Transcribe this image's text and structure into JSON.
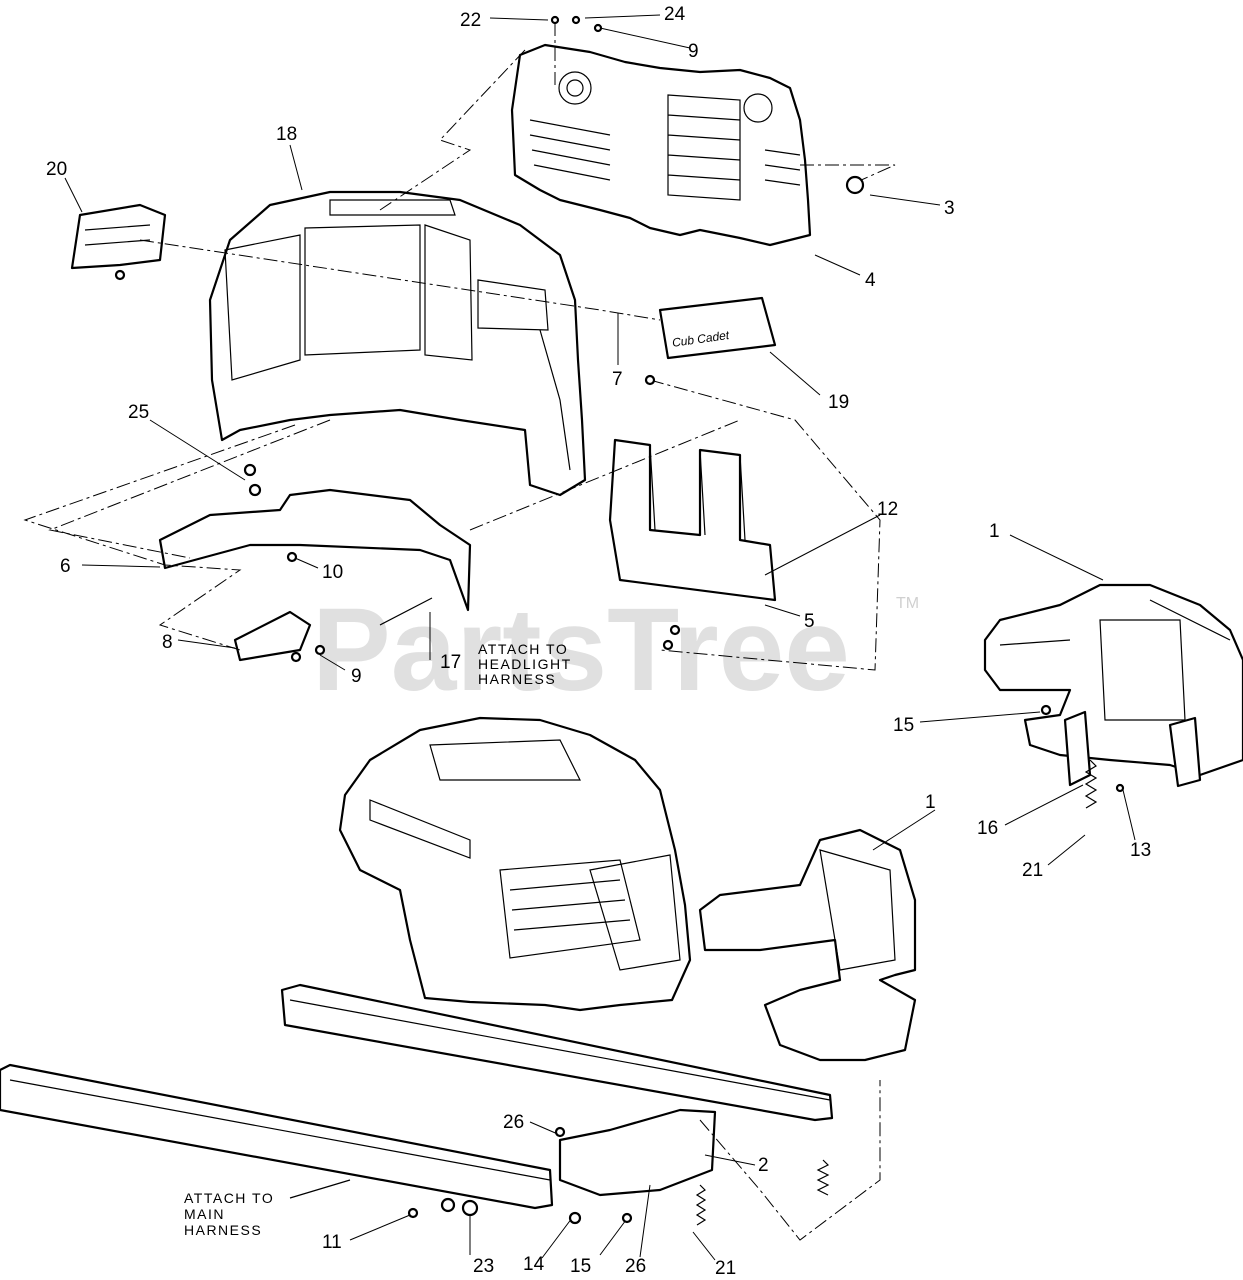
{
  "watermark": {
    "text": "PartsTree",
    "trademark": "TM"
  },
  "callouts": [
    {
      "id": "c22",
      "label": "22"
    },
    {
      "id": "c24",
      "label": "24"
    },
    {
      "id": "c9a",
      "label": "9"
    },
    {
      "id": "c18",
      "label": "18"
    },
    {
      "id": "c20",
      "label": "20"
    },
    {
      "id": "c3",
      "label": "3"
    },
    {
      "id": "c4",
      "label": "4"
    },
    {
      "id": "c7",
      "label": "7"
    },
    {
      "id": "c19",
      "label": "19"
    },
    {
      "id": "c25",
      "label": "25"
    },
    {
      "id": "c12",
      "label": "12"
    },
    {
      "id": "c6",
      "label": "6"
    },
    {
      "id": "c10",
      "label": "10"
    },
    {
      "id": "c8",
      "label": "8"
    },
    {
      "id": "c9b",
      "label": "9"
    },
    {
      "id": "c17",
      "label": "17"
    },
    {
      "id": "c5",
      "label": "5"
    },
    {
      "id": "c1a",
      "label": "1"
    },
    {
      "id": "c15a",
      "label": "15"
    },
    {
      "id": "c16",
      "label": "16"
    },
    {
      "id": "c13",
      "label": "13"
    },
    {
      "id": "c21a",
      "label": "21"
    },
    {
      "id": "c1b",
      "label": "1"
    },
    {
      "id": "c26a",
      "label": "26"
    },
    {
      "id": "c2",
      "label": "2"
    },
    {
      "id": "c11",
      "label": "11"
    },
    {
      "id": "c23",
      "label": "23"
    },
    {
      "id": "c14",
      "label": "14"
    },
    {
      "id": "c15b",
      "label": "15"
    },
    {
      "id": "c26b",
      "label": "26"
    },
    {
      "id": "c21b",
      "label": "21"
    }
  ],
  "notes": {
    "headlight": [
      "ATTACH TO",
      "HEADLIGHT",
      "HARNESS"
    ],
    "main": [
      "ATTACH TO",
      "MAIN",
      "HARNESS"
    ]
  },
  "badges": {
    "brand": "Cub Cadet"
  }
}
